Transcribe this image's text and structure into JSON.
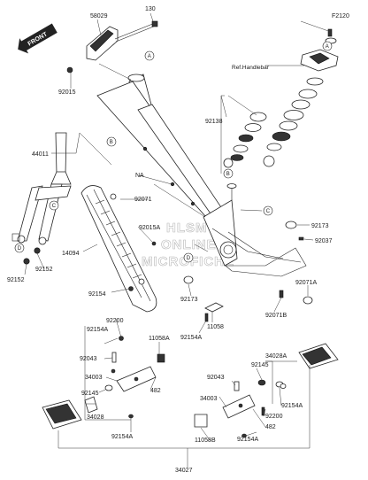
{
  "page": {
    "code": "F2120",
    "front_label": "FRONT",
    "reference_label": "Ref.Handlebar",
    "watermark": [
      "HLSM",
      "ONLINE",
      "MICROFICHE"
    ]
  },
  "labels": {
    "p58029": "58029",
    "p130": "130",
    "p92015": "92015",
    "p92138": "92138",
    "p44011": "44011",
    "pNA": "NA",
    "p92071": "92071",
    "p92015A": "92015A",
    "p14094": "14094",
    "p92152a": "92152",
    "p92152b": "92152",
    "p92154": "92154",
    "p92173a": "92173",
    "p92037": "92037",
    "p92071A": "92071A",
    "p92173b": "92173",
    "p11058": "11058",
    "p92154A_c": "92154A",
    "p92071B": "92071B",
    "p92200L": "92200",
    "p92154A_L": "92154A",
    "p11058A": "11058A",
    "p92043L": "92043",
    "p34003L": "34003",
    "p482L": "482",
    "p92145L": "92145",
    "p34028": "34028",
    "p92154A_L2": "92154A",
    "p34028A": "34028A",
    "p92145R": "92145",
    "p92043R": "92043",
    "p34003R": "34003",
    "p92154A_R": "92154A",
    "p92200R": "92200",
    "p482R": "482",
    "p92154A_R2": "92154A",
    "p11058B": "11058B",
    "p34027": "34027"
  },
  "callouts": {
    "A": "A",
    "B": "B",
    "C": "C",
    "D": "D"
  }
}
